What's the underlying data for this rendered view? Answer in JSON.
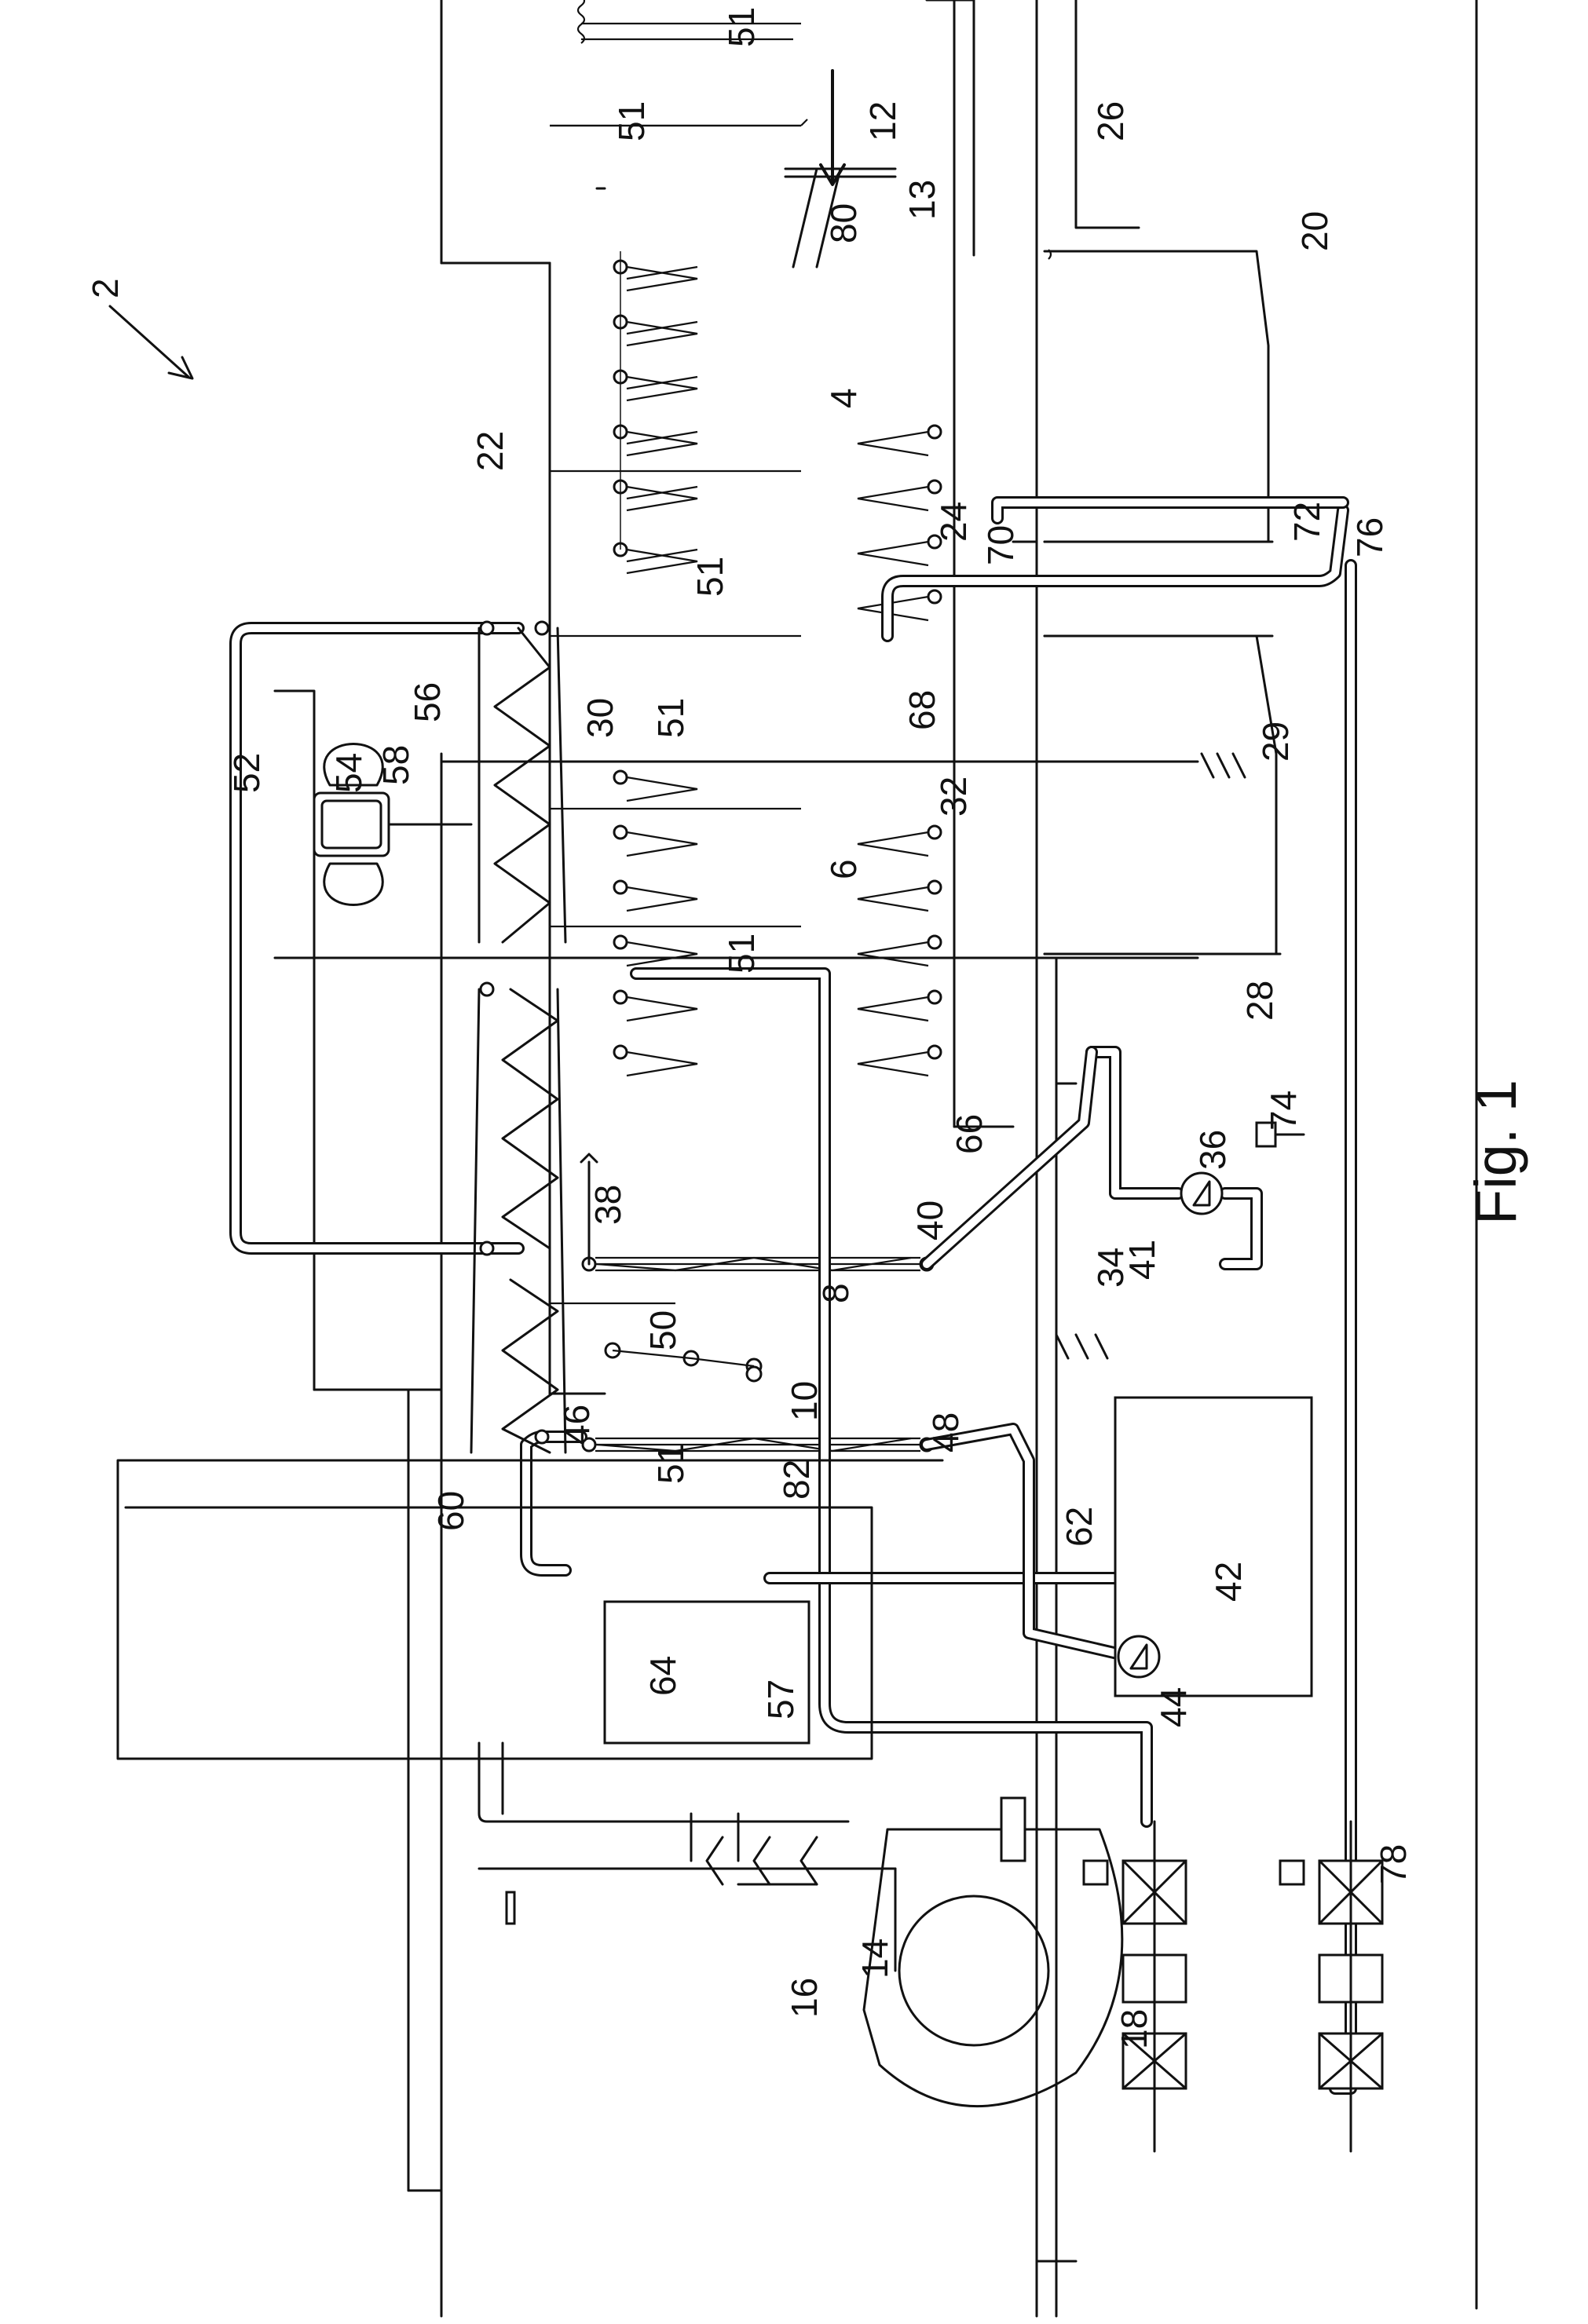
{
  "figure": {
    "caption": "Fig. 1"
  },
  "labels": {
    "l2": "2",
    "l4": "4",
    "l6": "6",
    "l8": "8",
    "l10": "10",
    "l12": "12",
    "l13": "13",
    "l14": "14",
    "l16": "16",
    "l18": "18",
    "l20": "20",
    "l22": "22",
    "l24": "24",
    "l26": "26",
    "l28": "28",
    "l29": "29",
    "l30": "30",
    "l32": "32",
    "l34": "34",
    "l36": "36",
    "l38": "38",
    "l40": "40",
    "l41": "41",
    "l42": "42",
    "l44": "44",
    "l46": "46",
    "l48": "48",
    "l50": "50",
    "l51a": "51",
    "l51b": "51",
    "l51c": "51",
    "l51d": "51",
    "l51e": "51",
    "l51f": "51",
    "l52": "52",
    "l54": "54",
    "l56": "56",
    "l57": "57",
    "l58": "58",
    "l60": "60",
    "l62": "62",
    "l64": "64",
    "l66": "66",
    "l68": "68",
    "l70": "70",
    "l72": "72",
    "l74": "74",
    "l76": "76",
    "l78": "78",
    "l80": "80",
    "l82": "82"
  }
}
